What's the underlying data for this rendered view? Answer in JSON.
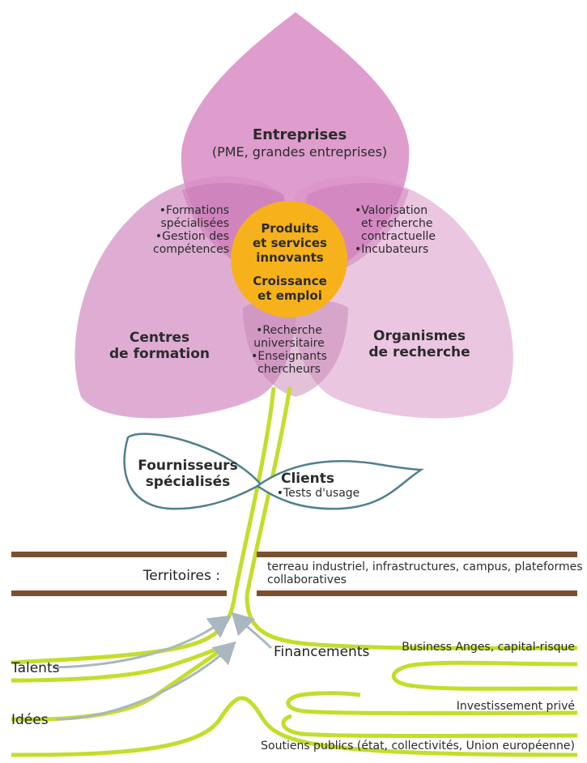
{
  "petals": {
    "top": {
      "title": "Entreprises",
      "subtitle": "(PME, grandes entreprises)"
    },
    "left": {
      "title_lines": [
        "Centres",
        "de formation"
      ]
    },
    "right": {
      "title_lines": [
        "Organismes",
        "de recherche"
      ]
    }
  },
  "overlaps": {
    "top_left": [
      "•Formations",
      "spécialisées",
      "•Gestion des",
      "compétences"
    ],
    "top_right": [
      "•Valorisation",
      "et recherche",
      "contractuelle",
      "•Incubateurs"
    ],
    "bottom": [
      "•Recherche",
      "universitaire",
      "•Enseignants",
      "chercheurs"
    ]
  },
  "center": {
    "lines_a": [
      "Produits",
      "et services",
      "innovants"
    ],
    "lines_b": [
      "Croissance",
      "et emploi"
    ]
  },
  "leaves": {
    "left": {
      "title_lines": [
        "Fournisseurs",
        "spécialisés"
      ]
    },
    "right": {
      "title": "Clients",
      "item": "•Tests d'usage"
    }
  },
  "ground": {
    "label": "Territoires :",
    "description_lines": [
      "terreau industriel, infrastructures, campus, plateformes",
      "collaboratives"
    ]
  },
  "roots": {
    "inputs": [
      "Talents",
      "Idées",
      "Financements"
    ],
    "funding": [
      "Business Anges, capital-risque",
      "Investissement privé",
      "Soutiens publics (état, collectivités, Union européenne)"
    ]
  },
  "colors": {
    "petal_top": "#d98fc6",
    "petal_left": "#dba4cf",
    "petal_right": "#e9c3df",
    "center": "#f7b21b",
    "stem": "#c4dd2a",
    "leaf_stroke": "#4f7f8c",
    "soil": "#7a5130",
    "arrow": "#a9b7c0"
  }
}
